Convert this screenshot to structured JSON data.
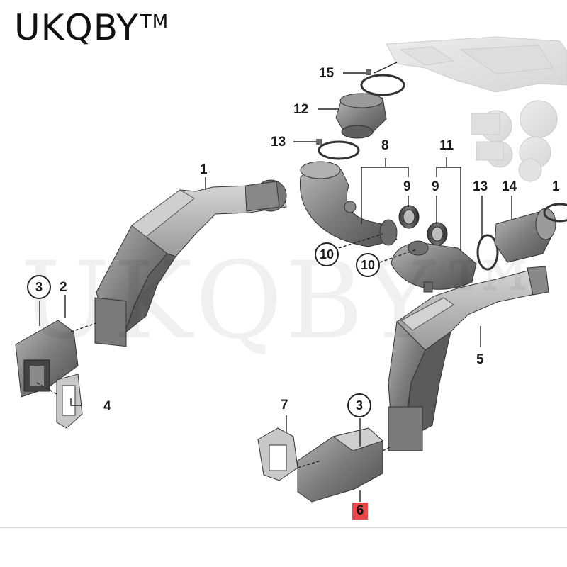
{
  "brand": {
    "name": "UKQBY",
    "tm": "TM"
  },
  "watermark": "UKQBY™",
  "parts": [
    {
      "id": "p1",
      "label": "1"
    },
    {
      "id": "p2",
      "label": "2"
    },
    {
      "id": "p3a",
      "label": "3",
      "circled": true
    },
    {
      "id": "p3b",
      "label": "3",
      "circled": true
    },
    {
      "id": "p4",
      "label": "4"
    },
    {
      "id": "p5",
      "label": "5"
    },
    {
      "id": "p6",
      "label": "6",
      "highlighted": true
    },
    {
      "id": "p7",
      "label": "7"
    },
    {
      "id": "p8",
      "label": "8"
    },
    {
      "id": "p9a",
      "label": "9"
    },
    {
      "id": "p9b",
      "label": "9"
    },
    {
      "id": "p10a",
      "label": "10",
      "circled": true
    },
    {
      "id": "p10b",
      "label": "10",
      "circled": true
    },
    {
      "id": "p11",
      "label": "11"
    },
    {
      "id": "p12",
      "label": "12"
    },
    {
      "id": "p13a",
      "label": "13"
    },
    {
      "id": "p13b",
      "label": "13"
    },
    {
      "id": "p14",
      "label": "14"
    },
    {
      "id": "p15",
      "label": "15"
    },
    {
      "id": "p1x",
      "label": "1"
    }
  ],
  "colors": {
    "highlight": "#e8494a",
    "part_fill": "#8e8e8e",
    "part_dark": "#5a5a5a",
    "part_light": "#c4c4c4",
    "leader": "#222222"
  }
}
